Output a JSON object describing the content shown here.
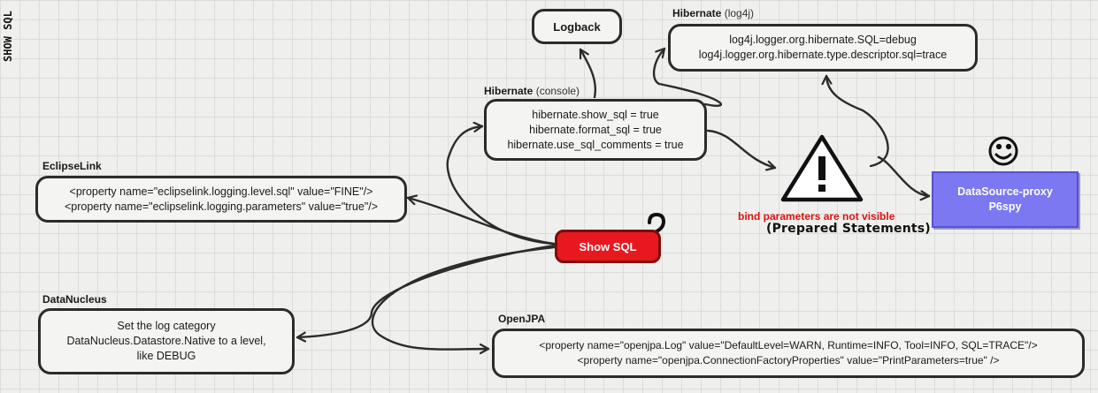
{
  "side_title": "SHOW SQL",
  "center": {
    "label": "Show SQL"
  },
  "logback": {
    "label": "Logback"
  },
  "hibernate_log4j": {
    "title": "Hibernate",
    "subtitle": "(log4j)",
    "lines": [
      "log4j.logger.org.hibernate.SQL=debug",
      "log4j.logger.org.hibernate.type.descriptor.sql=trace"
    ]
  },
  "hibernate_console": {
    "title": "Hibernate",
    "subtitle": "(console)",
    "lines": [
      "hibernate.show_sql = true",
      "hibernate.format_sql = true",
      "hibernate.use_sql_comments = true"
    ]
  },
  "eclipselink": {
    "title": "EclipseLink",
    "lines": [
      "<property name=\"eclipselink.logging.level.sql\" value=\"FINE\"/>",
      "<property name=\"eclipselink.logging.parameters\" value=\"true\"/>"
    ]
  },
  "datanucleus": {
    "title": "DataNucleus",
    "lines": [
      "Set the log category",
      "DataNucleus.Datastore.Native to a level,",
      "like DEBUG"
    ]
  },
  "openjpa": {
    "title": "OpenJPA",
    "lines": [
      "<property name=\"openjpa.Log\" value=\"DefaultLevel=WARN, Runtime=INFO, Tool=INFO, SQL=TRACE\"/>",
      "<property name=\"openjpa.ConnectionFactoryProperties\" value=\"PrintParameters=true\" />"
    ]
  },
  "warning": {
    "text": "bind parameters are not visible",
    "subtext": "(Prepared Statements)"
  },
  "datasource": {
    "lines": [
      "DataSource-proxy",
      "P6spy"
    ]
  },
  "colors": {
    "center": "#e8191e",
    "datasource": "#7b78f2",
    "warning_text": "#e01010"
  },
  "icons": [
    "warning-icon",
    "smiley-icon",
    "question-icon"
  ]
}
